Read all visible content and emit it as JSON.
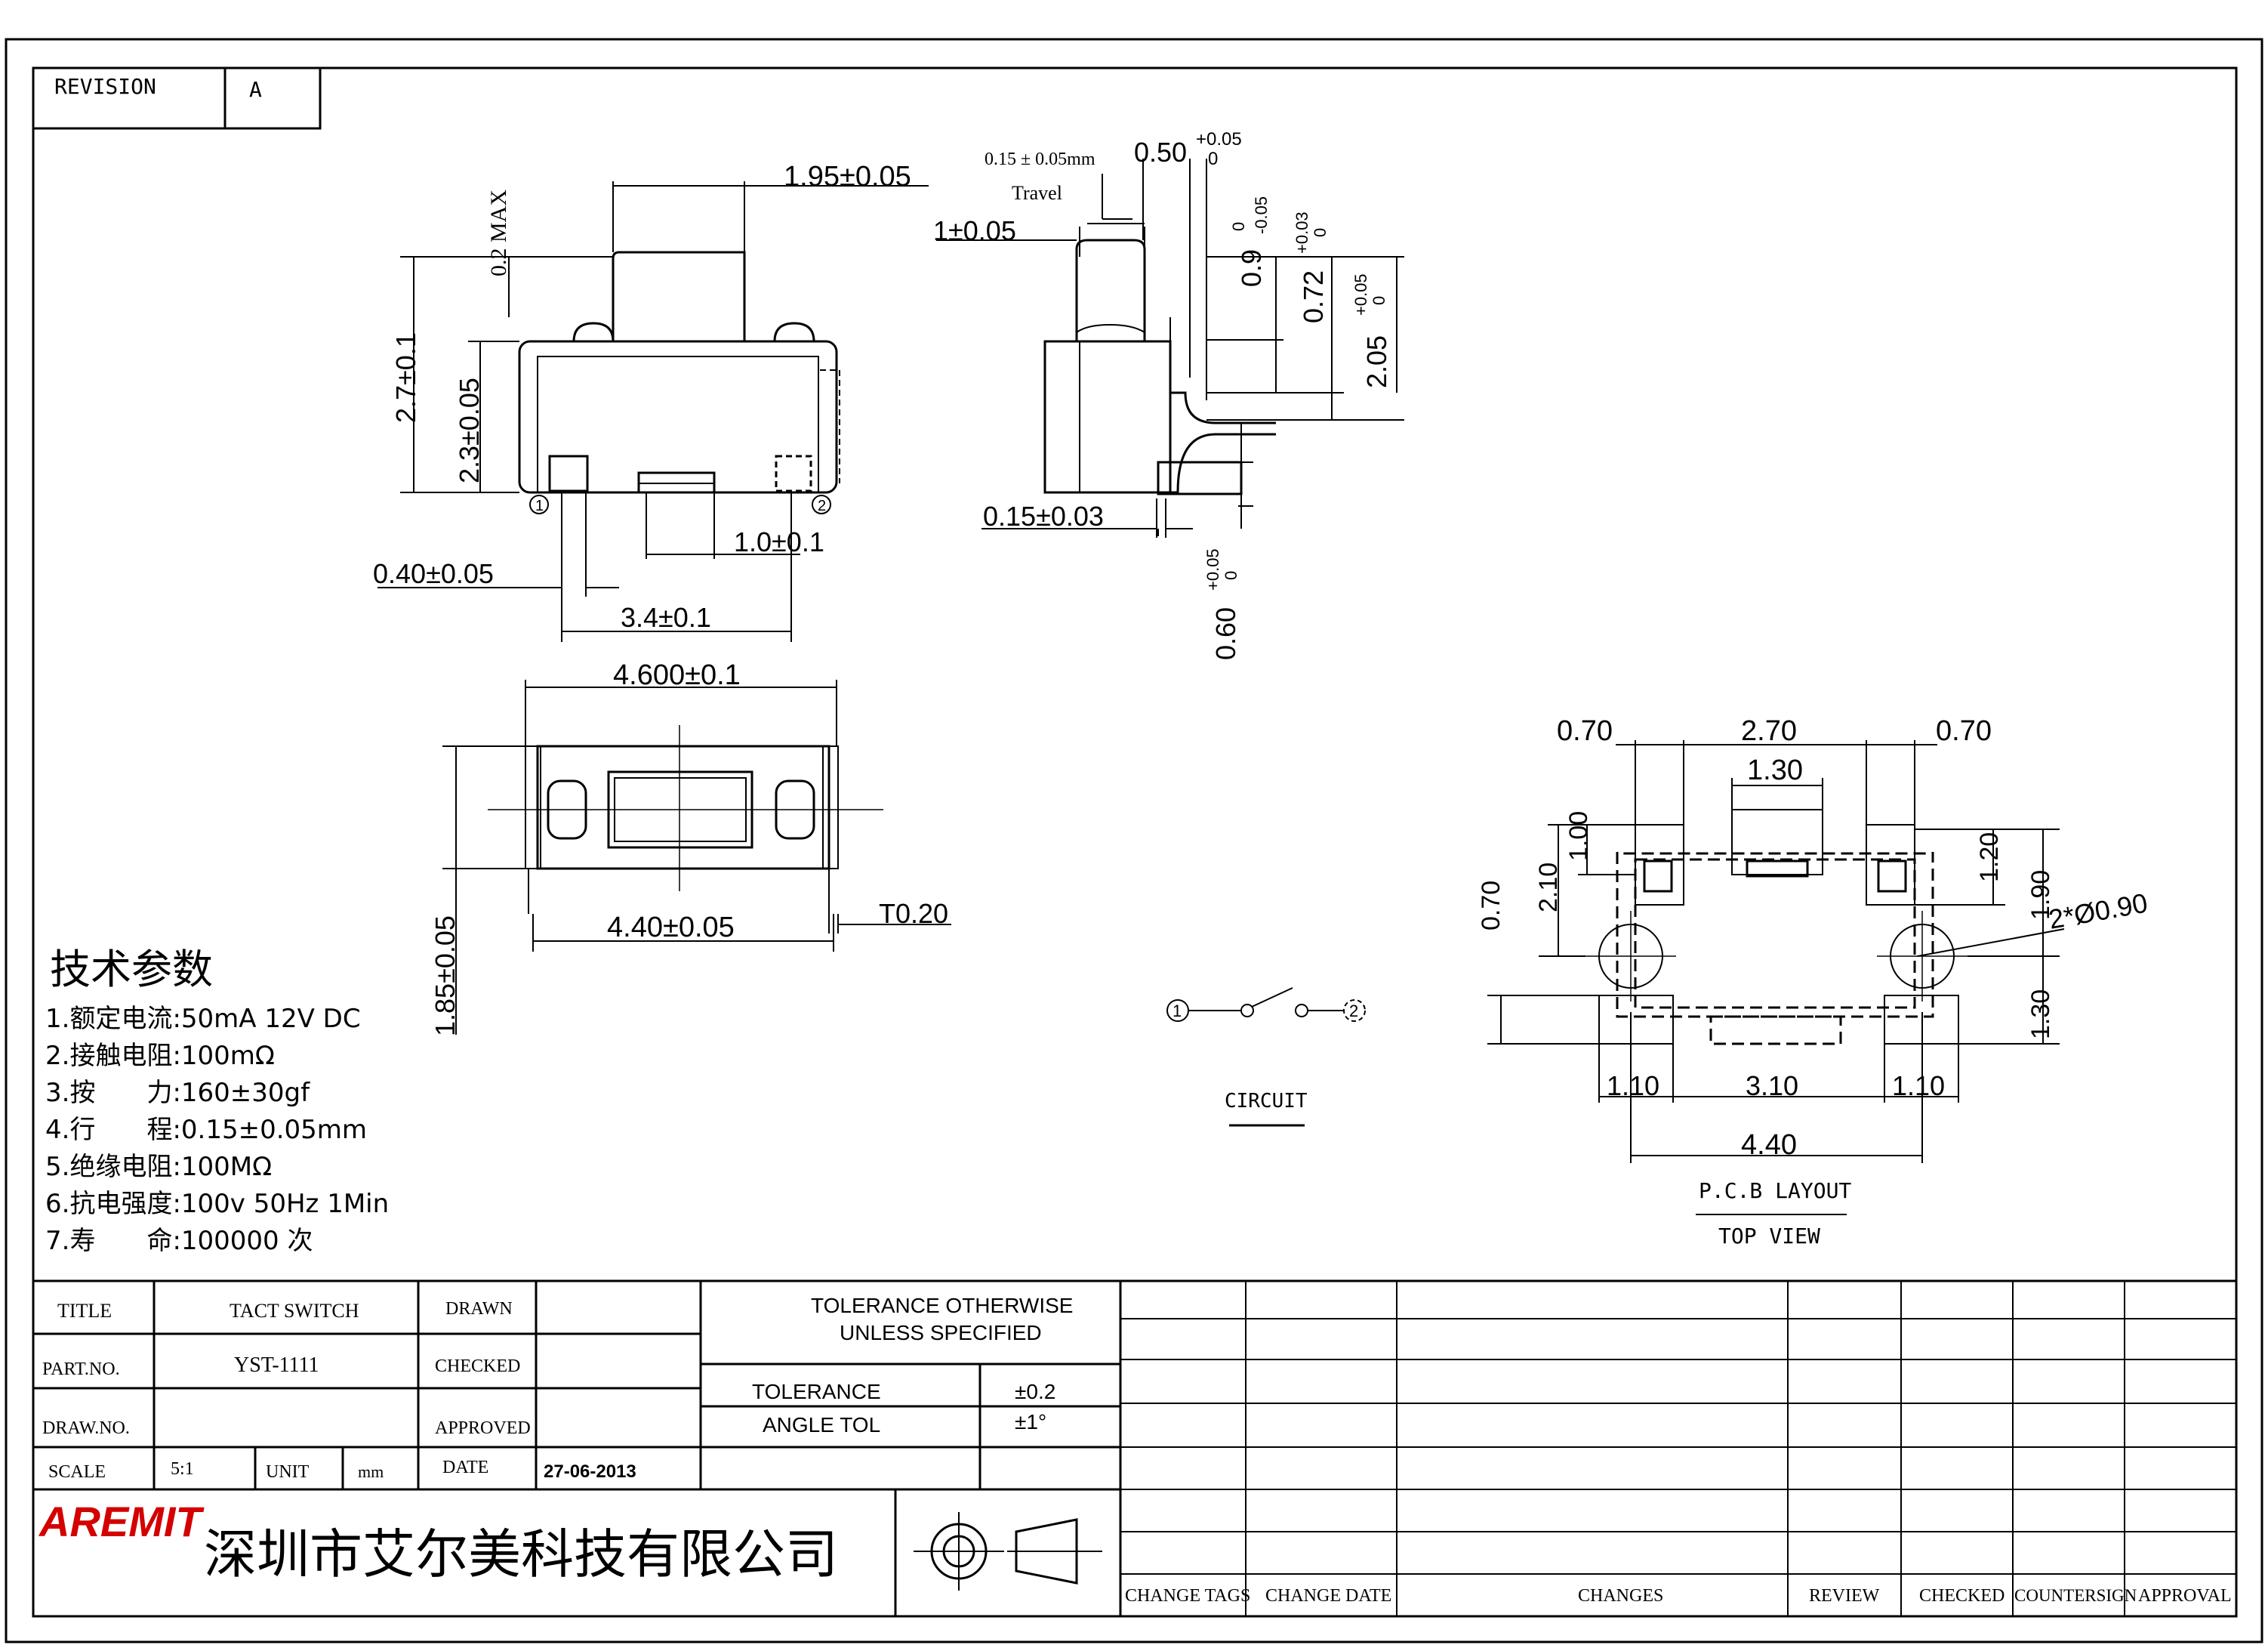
{
  "revision": {
    "label": "REVISION",
    "value": "A"
  },
  "side_view": {
    "dim_width": "1.95±0.05",
    "dim_height": "2.7±0.1",
    "dim_body": "2.3±0.05",
    "dim_max": "0.2 MAX",
    "dim_pin": "0.40±0.05",
    "dim_center": "1.0±0.1",
    "dim_span": "3.4±0.1",
    "pin1": "1",
    "pin2": "2"
  },
  "front_view": {
    "travel_label": "0.15 ± 0.05mm",
    "travel_word": "Travel",
    "dim_top_base": "0.50",
    "dim_top_plus": "+0.05",
    "dim_top_minus": "0",
    "dim_actuator": "1±0.05",
    "dim_a_base": "0.9",
    "dim_a_plus": "0",
    "dim_a_minus": "-0.05",
    "dim_b_base": "0.72",
    "dim_b_plus": "+0.03",
    "dim_b_minus": "0",
    "dim_c_base": "2.05",
    "dim_c_plus": "+0.05",
    "dim_c_minus": "0",
    "dim_thk": "0.15±0.03",
    "dim_d_base": "0.60",
    "dim_d_plus": "+0.05",
    "dim_d_minus": "0"
  },
  "top_view": {
    "dim_width": "4.600±0.1",
    "dim_inner": "4.40±0.05",
    "dim_t": "T0.20",
    "dim_height": "1.85±0.05"
  },
  "pcb": {
    "d070a": "0.70",
    "d270": "2.70",
    "d070b": "0.70",
    "d130": "1.30",
    "d100": "1.00",
    "d210": "2.10",
    "d070c": "0.70",
    "d120": "1.20",
    "d190": "1.90",
    "dhole": "2*Ø0.90",
    "d130b": "1.30",
    "d110a": "1.10",
    "d310": "3.10",
    "d110b": "1.10",
    "d440": "4.40",
    "title": "P.C.B LAYOUT",
    "subtitle": "TOP  VIEW"
  },
  "circuit": {
    "label": "CIRCUIT",
    "pin1": "1",
    "pin2": "2"
  },
  "specs": {
    "heading": "技术参数",
    "items": [
      "1.额定电流:50mA 12V DC",
      "2.接触电阻:100mΩ",
      "3.按　　力:160±30gf",
      "4.行　　程:0.15±0.05mm",
      "5.绝缘电阻:100MΩ",
      "6.抗电强度:100v 50Hz 1Min",
      "7.寿　　命:100000 次"
    ]
  },
  "title_block": {
    "title_label": "TITLE",
    "title_value": "TACT SWITCH",
    "part_label": "PART.NO.",
    "part_value": "YST-1111",
    "draw_label": "DRAW.NO.",
    "draw_value": "",
    "scale_label": "SCALE",
    "scale_value": "5:1",
    "unit_label": "UNIT",
    "unit_value": "mm",
    "drawn_label": "DRAWN",
    "checked_label": "CHECKED",
    "approved_label": "APPROVED",
    "date_label": "DATE",
    "date_value": "27-06-2013",
    "tol_heading_1": "TOLERANCE OTHERWISE",
    "tol_heading_2": "UNLESS SPECIFIED",
    "tol_label": "TOLERANCE",
    "tol_value": "±0.2",
    "angle_label": "ANGLE TOL",
    "angle_value": "±1°",
    "company_logo": "AREMIT",
    "company_name": "深圳市艾尔美科技有限公司"
  },
  "changes_table": {
    "headers": [
      "CHANGE TAGS",
      "CHANGE DATE",
      "CHANGES",
      "REVIEW",
      "CHECKED",
      "COUNTERSIGN",
      "APPROVAL"
    ]
  }
}
